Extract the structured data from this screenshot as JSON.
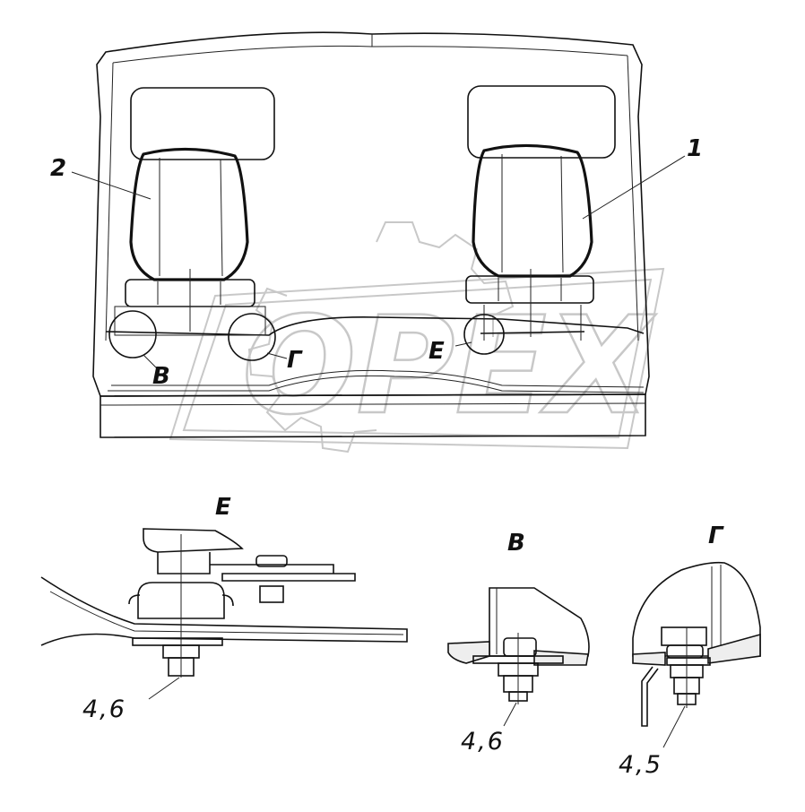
{
  "labels": {
    "part_1": "1",
    "part_2": "2",
    "view_b": "В",
    "view_g": "Г",
    "view_e": "Е"
  },
  "details": {
    "e_title": "Е",
    "b_title": "В",
    "g_title": "Г",
    "e_callout": "4,6",
    "b_callout": "4,6",
    "g_callout": "4,5"
  },
  "watermark": "OPEX"
}
